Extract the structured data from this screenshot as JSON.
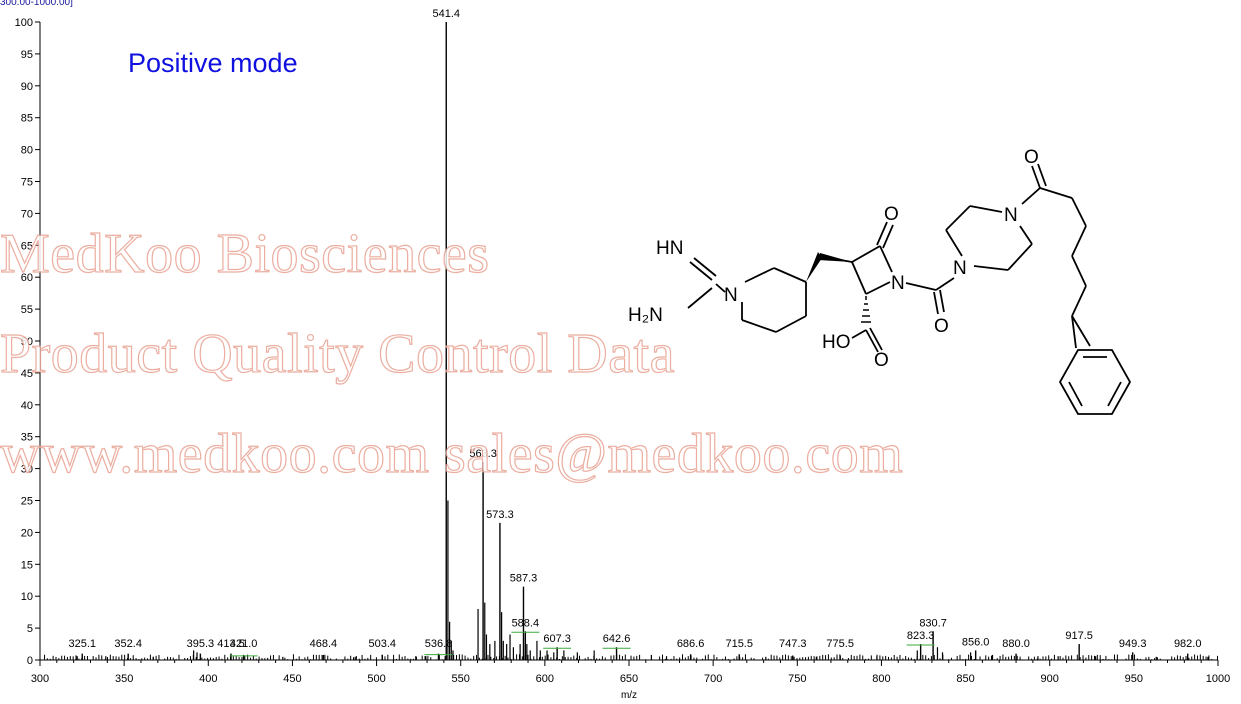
{
  "range_label": "300.00-1000.00]",
  "mode_label": "Positive mode",
  "watermark": {
    "line1": "MedKoo Biosciences",
    "line2": "Product Quality Control Data",
    "line3": "www.medkoo.com    sales@medkoo.com"
  },
  "structure_labels": {
    "hn": "HN",
    "h2n": "H₂N",
    "n_pip": "N",
    "n_lactam": "N",
    "n_pz1": "N",
    "n_pz2": "N",
    "o1": "O",
    "o2": "O",
    "o3": "O",
    "ho": "HO",
    "o4": "O"
  },
  "chart_data": {
    "type": "bar",
    "title": "",
    "xlabel": "m/z",
    "ylabel": "",
    "xlim": [
      300,
      1000
    ],
    "ylim": [
      0,
      100
    ],
    "xticks": [
      300,
      350,
      400,
      450,
      500,
      550,
      600,
      650,
      700,
      750,
      800,
      850,
      900,
      950,
      1000
    ],
    "yticks": [
      0,
      5,
      10,
      15,
      20,
      25,
      30,
      35,
      40,
      45,
      50,
      55,
      60,
      65,
      70,
      75,
      80,
      85,
      90,
      95,
      100
    ],
    "labeled_peaks": [
      {
        "mz": 325.1,
        "intensity": 1.0,
        "label": "325.1"
      },
      {
        "mz": 352.4,
        "intensity": 1.0,
        "label": "352.4"
      },
      {
        "mz": 395.3,
        "intensity": 1.0,
        "label": "395.3"
      },
      {
        "mz": 413.5,
        "intensity": 1.0,
        "label": "413.5"
      },
      {
        "mz": 421.0,
        "intensity": 0.8,
        "label": "421.0"
      },
      {
        "mz": 468.4,
        "intensity": 0.8,
        "label": "468.4"
      },
      {
        "mz": 503.4,
        "intensity": 0.8,
        "label": "503.4"
      },
      {
        "mz": 536.8,
        "intensity": 1.0,
        "label": "536.8"
      },
      {
        "mz": 541.4,
        "intensity": 100,
        "label": "541.4"
      },
      {
        "mz": 563.3,
        "intensity": 31,
        "label": "563.3"
      },
      {
        "mz": 573.3,
        "intensity": 21.5,
        "label": "573.3"
      },
      {
        "mz": 587.3,
        "intensity": 11.5,
        "label": "587.3"
      },
      {
        "mz": 588.4,
        "intensity": 4.5,
        "label": "588.4"
      },
      {
        "mz": 607.3,
        "intensity": 2.0,
        "label": "607.3"
      },
      {
        "mz": 642.6,
        "intensity": 2.0,
        "label": "642.6"
      },
      {
        "mz": 686.6,
        "intensity": 0.9,
        "label": "686.6"
      },
      {
        "mz": 715.5,
        "intensity": 0.9,
        "label": "715.5"
      },
      {
        "mz": 747.3,
        "intensity": 0.7,
        "label": "747.3"
      },
      {
        "mz": 775.5,
        "intensity": 0.7,
        "label": "775.5"
      },
      {
        "mz": 823.3,
        "intensity": 2.5,
        "label": "823.3"
      },
      {
        "mz": 830.7,
        "intensity": 4.5,
        "label": "830.7"
      },
      {
        "mz": 856.0,
        "intensity": 1.5,
        "label": "856.0"
      },
      {
        "mz": 880.0,
        "intensity": 1.0,
        "label": "880.0"
      },
      {
        "mz": 917.5,
        "intensity": 2.5,
        "label": "917.5"
      },
      {
        "mz": 949.3,
        "intensity": 1.2,
        "label": "949.3"
      },
      {
        "mz": 982.0,
        "intensity": 1.0,
        "label": "982.0"
      }
    ],
    "minor_peaks": [
      {
        "mz": 542.4,
        "intensity": 25
      },
      {
        "mz": 543.4,
        "intensity": 6
      },
      {
        "mz": 544.4,
        "intensity": 3
      },
      {
        "mz": 545.4,
        "intensity": 1.5
      },
      {
        "mz": 560.3,
        "intensity": 8
      },
      {
        "mz": 564.3,
        "intensity": 9
      },
      {
        "mz": 565.3,
        "intensity": 4
      },
      {
        "mz": 567.3,
        "intensity": 2.5
      },
      {
        "mz": 570.3,
        "intensity": 3
      },
      {
        "mz": 574.3,
        "intensity": 7.5
      },
      {
        "mz": 575.3,
        "intensity": 3
      },
      {
        "mz": 577.3,
        "intensity": 2.5
      },
      {
        "mz": 579.3,
        "intensity": 4
      },
      {
        "mz": 581.3,
        "intensity": 2
      },
      {
        "mz": 585.3,
        "intensity": 2.5
      },
      {
        "mz": 589.3,
        "intensity": 2.5
      },
      {
        "mz": 591.3,
        "intensity": 1.5
      },
      {
        "mz": 595.3,
        "intensity": 3
      },
      {
        "mz": 597.3,
        "intensity": 1.5
      },
      {
        "mz": 601.3,
        "intensity": 1.5
      },
      {
        "mz": 605.3,
        "intensity": 1.2
      },
      {
        "mz": 611.3,
        "intensity": 1.5
      },
      {
        "mz": 619.3,
        "intensity": 1.2
      },
      {
        "mz": 629.3,
        "intensity": 1.5
      },
      {
        "mz": 833.3,
        "intensity": 2
      },
      {
        "mz": 836.3,
        "intensity": 1.2
      },
      {
        "mz": 821.3,
        "intensity": 1.5
      },
      {
        "mz": 853.0,
        "intensity": 1.2
      },
      {
        "mz": 391.3,
        "intensity": 1.5
      },
      {
        "mz": 393.3,
        "intensity": 1.2
      },
      {
        "mz": 322.1,
        "intensity": 0.6
      },
      {
        "mz": 339.1,
        "intensity": 0.6
      },
      {
        "mz": 367.3,
        "intensity": 0.5
      },
      {
        "mz": 444.3,
        "intensity": 0.5
      },
      {
        "mz": 487.3,
        "intensity": 0.5
      },
      {
        "mz": 523.3,
        "intensity": 0.6
      },
      {
        "mz": 529.3,
        "intensity": 0.6
      },
      {
        "mz": 663.3,
        "intensity": 0.8
      },
      {
        "mz": 672.3,
        "intensity": 0.6
      },
      {
        "mz": 731.3,
        "intensity": 0.5
      },
      {
        "mz": 761.3,
        "intensity": 0.5
      },
      {
        "mz": 797.3,
        "intensity": 0.6
      },
      {
        "mz": 866.0,
        "intensity": 0.8
      },
      {
        "mz": 893.0,
        "intensity": 0.6
      },
      {
        "mz": 905.0,
        "intensity": 0.6
      },
      {
        "mz": 927.3,
        "intensity": 0.6
      },
      {
        "mz": 963.3,
        "intensity": 0.5
      },
      {
        "mz": 994.0,
        "intensity": 0.5
      }
    ]
  }
}
